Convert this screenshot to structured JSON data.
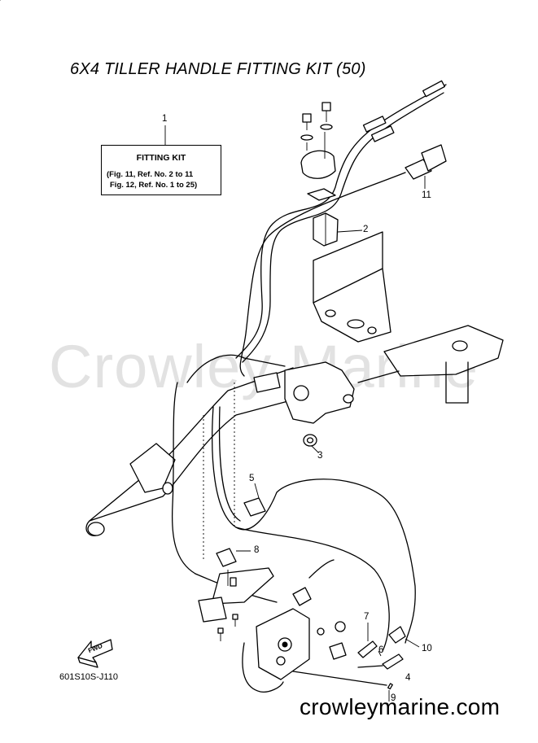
{
  "title": "6X4 TILLER HANDLE FITTING KIT (50)",
  "watermark": "Crowley Marine",
  "kit_box": {
    "heading": "FITTING KIT",
    "line1": "(Fig. 11, Ref. No. 2 to 11",
    "line2": "Fig. 12, Ref. No. 1 to 25)"
  },
  "callouts": [
    "1",
    "2",
    "3",
    "4",
    "5",
    "6",
    "7",
    "8",
    "9",
    "10",
    "11"
  ],
  "fwd_label": "FWD",
  "diagram_code": "601S10S-J110",
  "website": "crowleymarine.com"
}
